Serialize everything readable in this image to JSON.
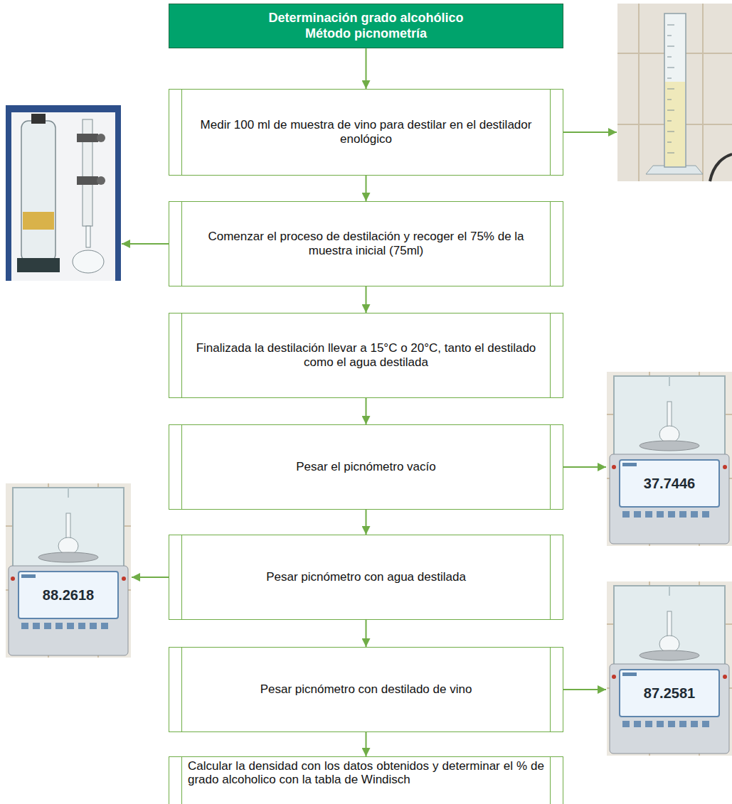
{
  "diagram": {
    "nodes": [
      {
        "text": [
          "Determinación grado alcohólico Método picnometría"
        ]
      },
      {
        "text": [
          "Medir 100 ml de muestra de vino para destilar en el destilador enológico"
        ]
      },
      {
        "text": [
          "Comenzar el proceso de destilación y recoger el 75% de la muestra inicial (75ml)"
        ]
      },
      {
        "text": [
          "Finalizada la destilación llevar a 15°C o 20°C, tanto el destilado como el agua destilada"
        ]
      },
      {
        "text": [
          "Pesar el picnómetro vacío"
        ]
      },
      {
        "text": [
          "Pesar picnómetro con agua destilada"
        ]
      },
      {
        "text": [
          "Pesar picnómetro con destilado de vino"
        ]
      },
      {
        "text": [
          "Calcular la densidad con los datos obtenidos y determinar el % de grado alcoholico con la tabla de Windisch"
        ]
      }
    ],
    "edges": [
      {
        "from": 0,
        "to": 1,
        "arrow": "to"
      },
      {
        "from": 1,
        "to": 2,
        "arrow": "to"
      },
      {
        "from": 2,
        "to": 3,
        "arrow": "to"
      },
      {
        "from": 3,
        "to": 4,
        "arrow": "to"
      },
      {
        "from": 4,
        "to": 5,
        "arrow": "to"
      },
      {
        "from": 5,
        "to": 6,
        "arrow": "to"
      },
      {
        "from": 6,
        "to": 7,
        "arrow": "to"
      }
    ],
    "labels": [
      "37.7446",
      "88.2618",
      "87.2581"
    ]
  }
}
